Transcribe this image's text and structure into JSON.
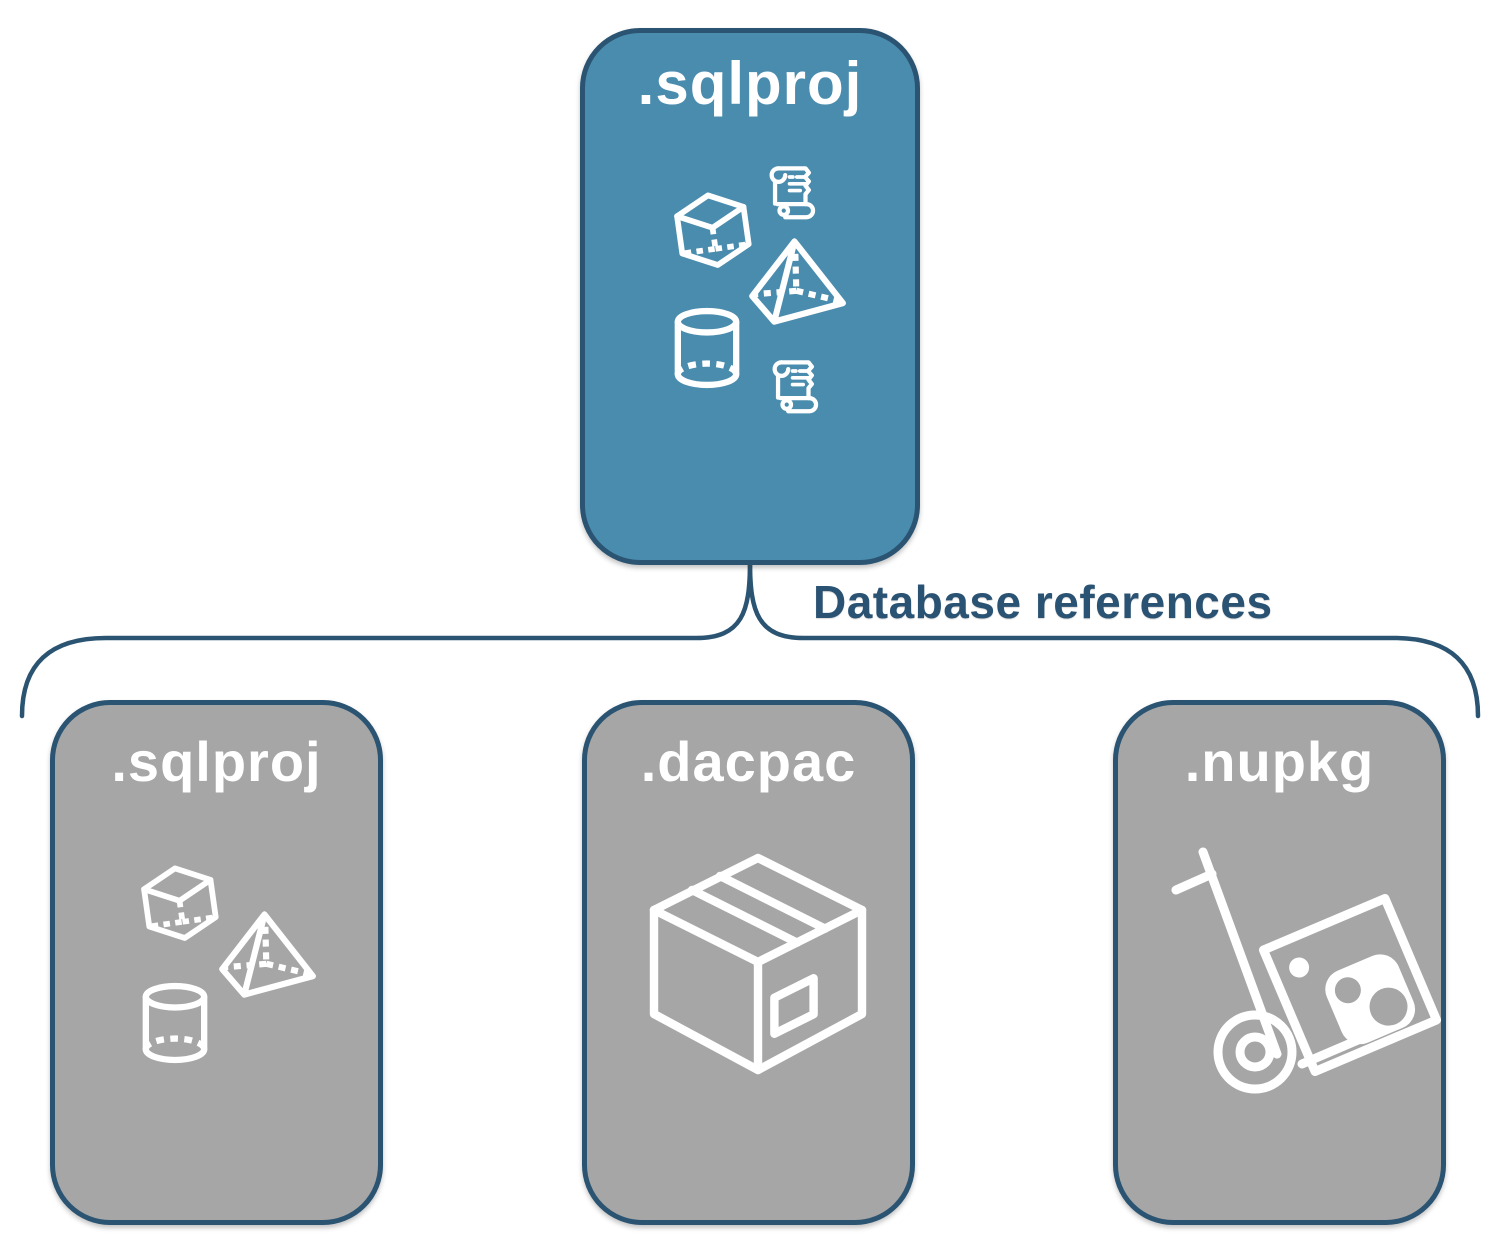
{
  "colors": {
    "accent_fill": "#4a8cae",
    "outline": "#2a5472",
    "muted_fill": "#a6a6a6",
    "label_text": "#2a5273",
    "icon_color": "#ffffff"
  },
  "root": {
    "label": ".sqlproj",
    "icons": [
      "cube-icon",
      "scroll-icon",
      "pyramid-icon",
      "cylinder-icon",
      "scroll-icon"
    ]
  },
  "connector": {
    "label": "Database references"
  },
  "children": [
    {
      "label": ".sqlproj",
      "icons": [
        "cube-icon",
        "pyramid-icon",
        "cylinder-icon"
      ]
    },
    {
      "label": ".dacpac",
      "icons": [
        "package-box-icon"
      ]
    },
    {
      "label": ".nupkg",
      "icons": [
        "hand-truck-package-icon"
      ]
    }
  ]
}
